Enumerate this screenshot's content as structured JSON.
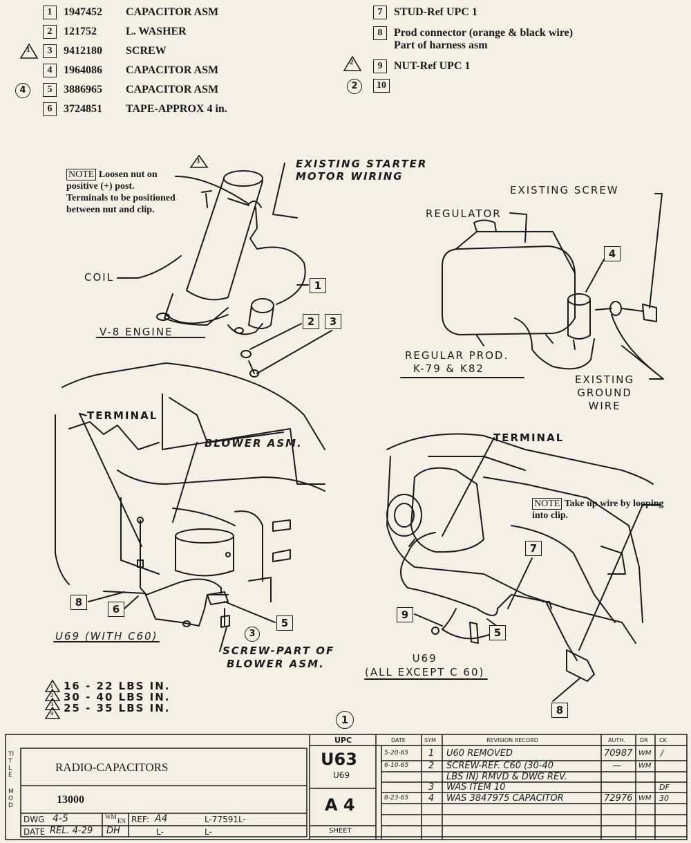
{
  "parts_list": [
    {
      "num": "1",
      "part": "1947452",
      "desc": "CAPACITOR ASM",
      "mark": ""
    },
    {
      "num": "2",
      "part": "121752",
      "desc": "L. WASHER",
      "mark": ""
    },
    {
      "num": "3",
      "part": "9412180",
      "desc": "SCREW",
      "mark": "1"
    },
    {
      "num": "4",
      "part": "1964086",
      "desc": "CAPACITOR ASM",
      "mark": ""
    },
    {
      "num": "5",
      "part": "3886965",
      "desc": "CAPACITOR ASM",
      "mark": "4"
    },
    {
      "num": "6",
      "part": "3724851",
      "desc": "TAPE-APPROX 4 in.",
      "mark": ""
    }
  ],
  "parts_list_right": [
    {
      "num": "7",
      "desc": "STUD-Ref UPC 1",
      "desc2": "",
      "mark": ""
    },
    {
      "num": "8",
      "desc": "Prod connector (orange & black wire)",
      "desc2": "Part of harness asm",
      "mark": ""
    },
    {
      "num": "9",
      "desc": "NUT-Ref UPC 1",
      "desc2": "",
      "mark": "2"
    },
    {
      "num": "10",
      "desc": "",
      "desc2": "",
      "mark": "2"
    }
  ],
  "v8": {
    "note_tag": "NOTE",
    "note_text": "Loosen nut on positive (+) post. Terminals to be positioned between nut and clip.",
    "starter_1": "EXISTING STARTER",
    "starter_2": "MOTOR WIRING",
    "coil": "COIL",
    "engine": "V-8 ENGINE",
    "tri_label": "3",
    "callouts": [
      "1",
      "2",
      "3"
    ]
  },
  "regulator": {
    "existing_screw": "EXISTING SCREW",
    "regulator": "REGULATOR",
    "prod_1": "REGULAR PROD.",
    "prod_2": "K-79 & K82",
    "ground_1": "EXISTING",
    "ground_2": "GROUND",
    "ground_3": "WIRE",
    "callout": "4"
  },
  "blower": {
    "terminal": "TERMINAL",
    "blower": "BLOWER ASM.",
    "screw_1": "SCREW-PART OF",
    "screw_2": "BLOWER ASM.",
    "caption": "U69 (WITH C60)",
    "callouts": [
      "8",
      "6",
      "5"
    ],
    "circle": "3"
  },
  "engine_side": {
    "terminal": "TERMINAL",
    "note_tag": "NOTE",
    "note_text": "Take up wire by looping into clip.",
    "caption_1": "U69",
    "caption_2": "(ALL EXCEPT C 60)",
    "callouts": [
      "7",
      "9",
      "5",
      "8"
    ]
  },
  "torque": [
    {
      "mark": "1",
      "text": "16 - 22 LBS IN."
    },
    {
      "mark": "2",
      "text": "30 - 40 LBS IN."
    },
    {
      "mark": "3",
      "text": "25 - 35 LBS IN."
    },
    {
      "mark": "4",
      "text": ""
    }
  ],
  "upc_circle": "1",
  "title_block": {
    "upc_hdr": "UPC",
    "title_side": "TITLE",
    "title": "RADIO-CAPACITORS",
    "mod_side": "MOD",
    "model": "13000",
    "dwg_label": "DWG",
    "dwg_val": "4-5",
    "wm": "WM",
    "en": "EN",
    "date_label": "DATE",
    "date_val": "REL. 4-29",
    "dh": "DH",
    "ref_label": "REF:",
    "ref_val": "A4",
    "ldrawing": "L-77591L-",
    "l1": "L-",
    "l2": "L-",
    "code_main": "U63",
    "code_sub": "U69",
    "code_a": "A 4",
    "sheet": "SHEET",
    "rev_headers": [
      "DATE",
      "SYM",
      "REVISION RECORD",
      "AUTH.",
      "DR",
      "CK"
    ],
    "revisions": [
      {
        "date": "5-20-65",
        "sym": "1",
        "text": "U60 REMOVED",
        "auth": "70987",
        "dr": "WM",
        "ck": "/"
      },
      {
        "date": "6-10-65",
        "sym": "2",
        "text": "SCREW-REF. C60 (30-40",
        "auth": "—",
        "dr": "WM",
        "ck": ""
      },
      {
        "date": "",
        "sym": "",
        "text": "LBS IN) RMVD & DWG REV.",
        "auth": "",
        "dr": "",
        "ck": ""
      },
      {
        "date": "",
        "sym": "3",
        "text": "WAS ITEM 10",
        "auth": "",
        "dr": "",
        "ck": "DF"
      },
      {
        "date": "8-23-65",
        "sym": "4",
        "text": "WAS 3847975 CAPACITOR",
        "auth": "72976",
        "dr": "WM",
        "ck": "30"
      }
    ]
  }
}
